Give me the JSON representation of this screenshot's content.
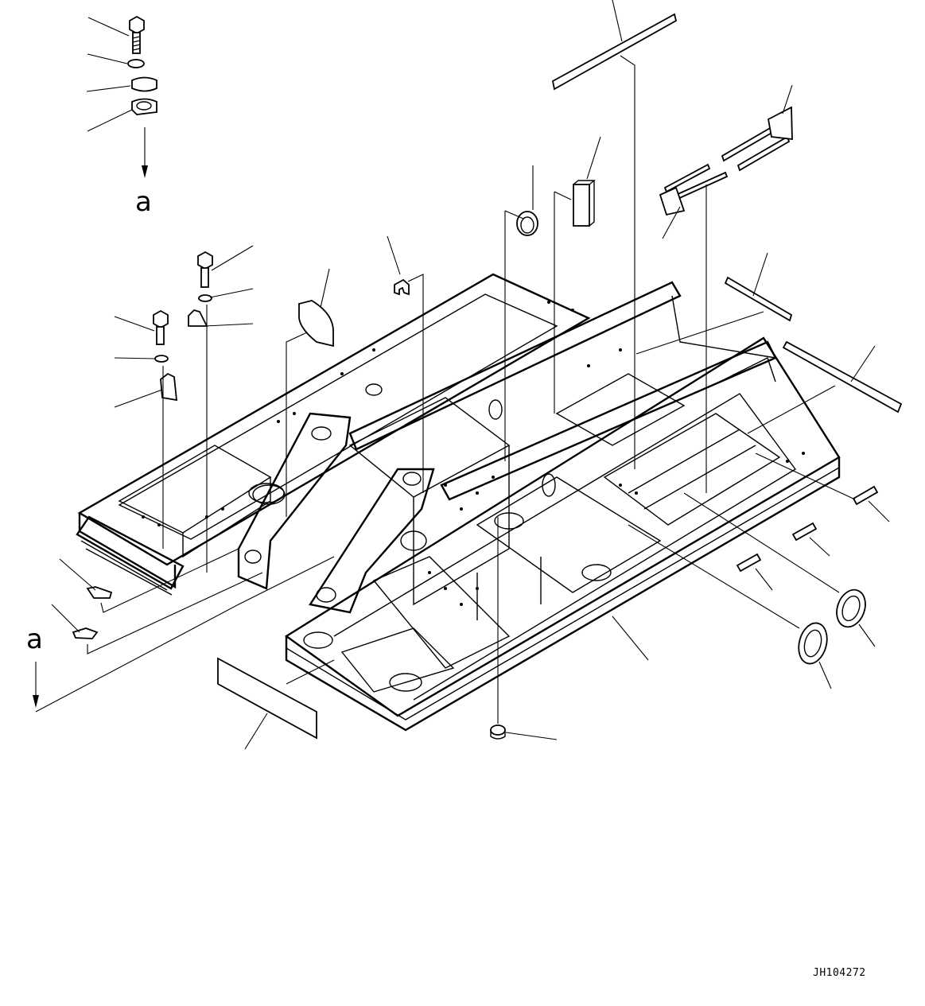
{
  "callouts": {
    "view_a_top": "a",
    "view_a_side": "a"
  },
  "drawing_code": "JH104272",
  "colors": {
    "line": "#000000",
    "background": "#ffffff"
  }
}
